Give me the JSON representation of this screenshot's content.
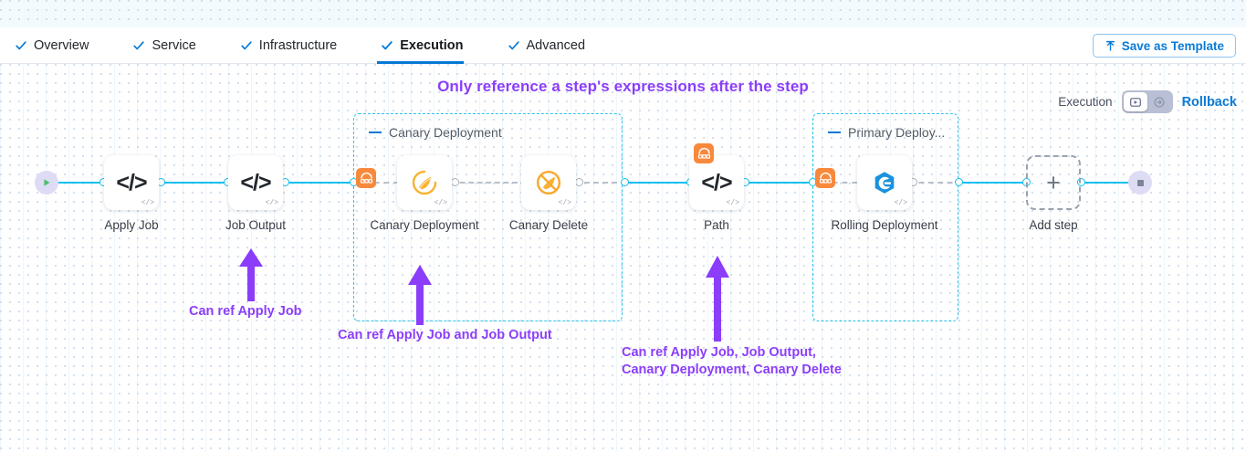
{
  "tabs": [
    {
      "label": "Overview",
      "active": false,
      "icon": "check-icon"
    },
    {
      "label": "Service",
      "active": false,
      "icon": "check-icon"
    },
    {
      "label": "Infrastructure",
      "active": false,
      "icon": "check-icon"
    },
    {
      "label": "Execution",
      "active": true,
      "icon": "check-icon"
    },
    {
      "label": "Advanced",
      "active": false,
      "icon": "check-icon"
    }
  ],
  "toolbar": {
    "save_template_label": "Save as Template",
    "save_template_icon": "upload-icon"
  },
  "headline": "Only reference a step's expressions after the step",
  "execution_control": {
    "label": "Execution",
    "rollback_label": "Rollback",
    "toggle_left_icon": "execution-play-box-icon",
    "toggle_right_icon": "rollback-arrow-circle-icon",
    "selected": "execution"
  },
  "pipeline": {
    "start_node": {
      "name": "start-node",
      "icon": "play-icon"
    },
    "end_node": {
      "name": "end-node",
      "icon": "stop-square-icon"
    },
    "steps": [
      {
        "id": "apply-job",
        "label": "Apply Job",
        "icon": "code-icon",
        "mini_icon": "code-mini-icon"
      },
      {
        "id": "job-output",
        "label": "Job Output",
        "icon": "code-icon",
        "mini_icon": "code-mini-icon"
      },
      {
        "id": "canary-deployment",
        "label": "Canary Deployment",
        "icon": "canary-swoosh-icon",
        "mini_icon": "code-mini-icon"
      },
      {
        "id": "canary-delete",
        "label": "Canary Delete",
        "icon": "canary-delete-icon",
        "mini_icon": "code-mini-icon"
      },
      {
        "id": "path",
        "label": "Path",
        "icon": "code-icon",
        "mini_icon": "code-mini-icon",
        "badge_icon": "step-group-icon"
      },
      {
        "id": "rolling-deployment",
        "label": "Rolling Deployment",
        "icon": "rolling-deployment-icon",
        "mini_icon": "code-mini-icon"
      }
    ],
    "groups": [
      {
        "id": "canary-deployment-group",
        "title": "Canary Deployment",
        "badge_icon": "step-group-icon",
        "collapse_icon": "collapse-dash-icon"
      },
      {
        "id": "primary-deployment-group",
        "title": "Primary Deploy...",
        "badge_icon": "step-group-icon",
        "collapse_icon": "collapse-dash-icon"
      }
    ],
    "add_step": {
      "label": "Add step",
      "icon": "plus-icon"
    }
  },
  "annotations": [
    {
      "id": "annotation-apply-job",
      "text": "Can ref Apply Job",
      "arrow_icon": "up-arrow-icon"
    },
    {
      "id": "annotation-canary-deployment",
      "text": "Can ref Apply Job and Job Output",
      "arrow_icon": "up-arrow-icon"
    },
    {
      "id": "annotation-path",
      "text": "Can ref Apply Job, Job Output,\nCanary Deployment, Canary Delete",
      "arrow_icon": "up-arrow-icon"
    }
  ],
  "colors": {
    "accent_blue": "#0278d5",
    "link_cyan": "#12c0f0",
    "annotation_purple": "#8b3dfa",
    "group_border": "#2fc3ee",
    "badge_orange": "#f8893c"
  }
}
